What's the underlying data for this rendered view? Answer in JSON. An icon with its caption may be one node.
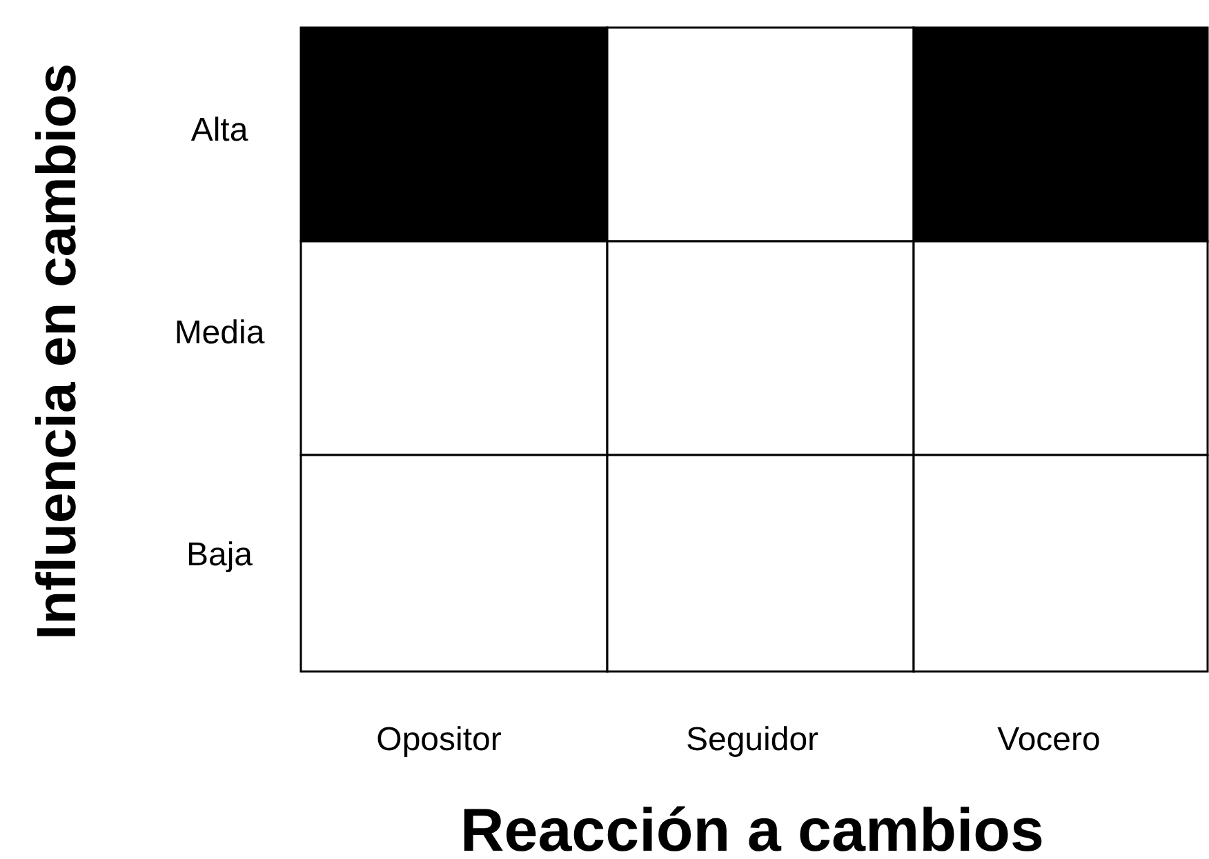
{
  "diagram": {
    "labels": [
      "Influencia en cambios",
      "Alta",
      "Media",
      "Baja",
      "Opositor",
      "Seguidor",
      "Vocero",
      "Reacción a cambios"
    ]
  }
}
